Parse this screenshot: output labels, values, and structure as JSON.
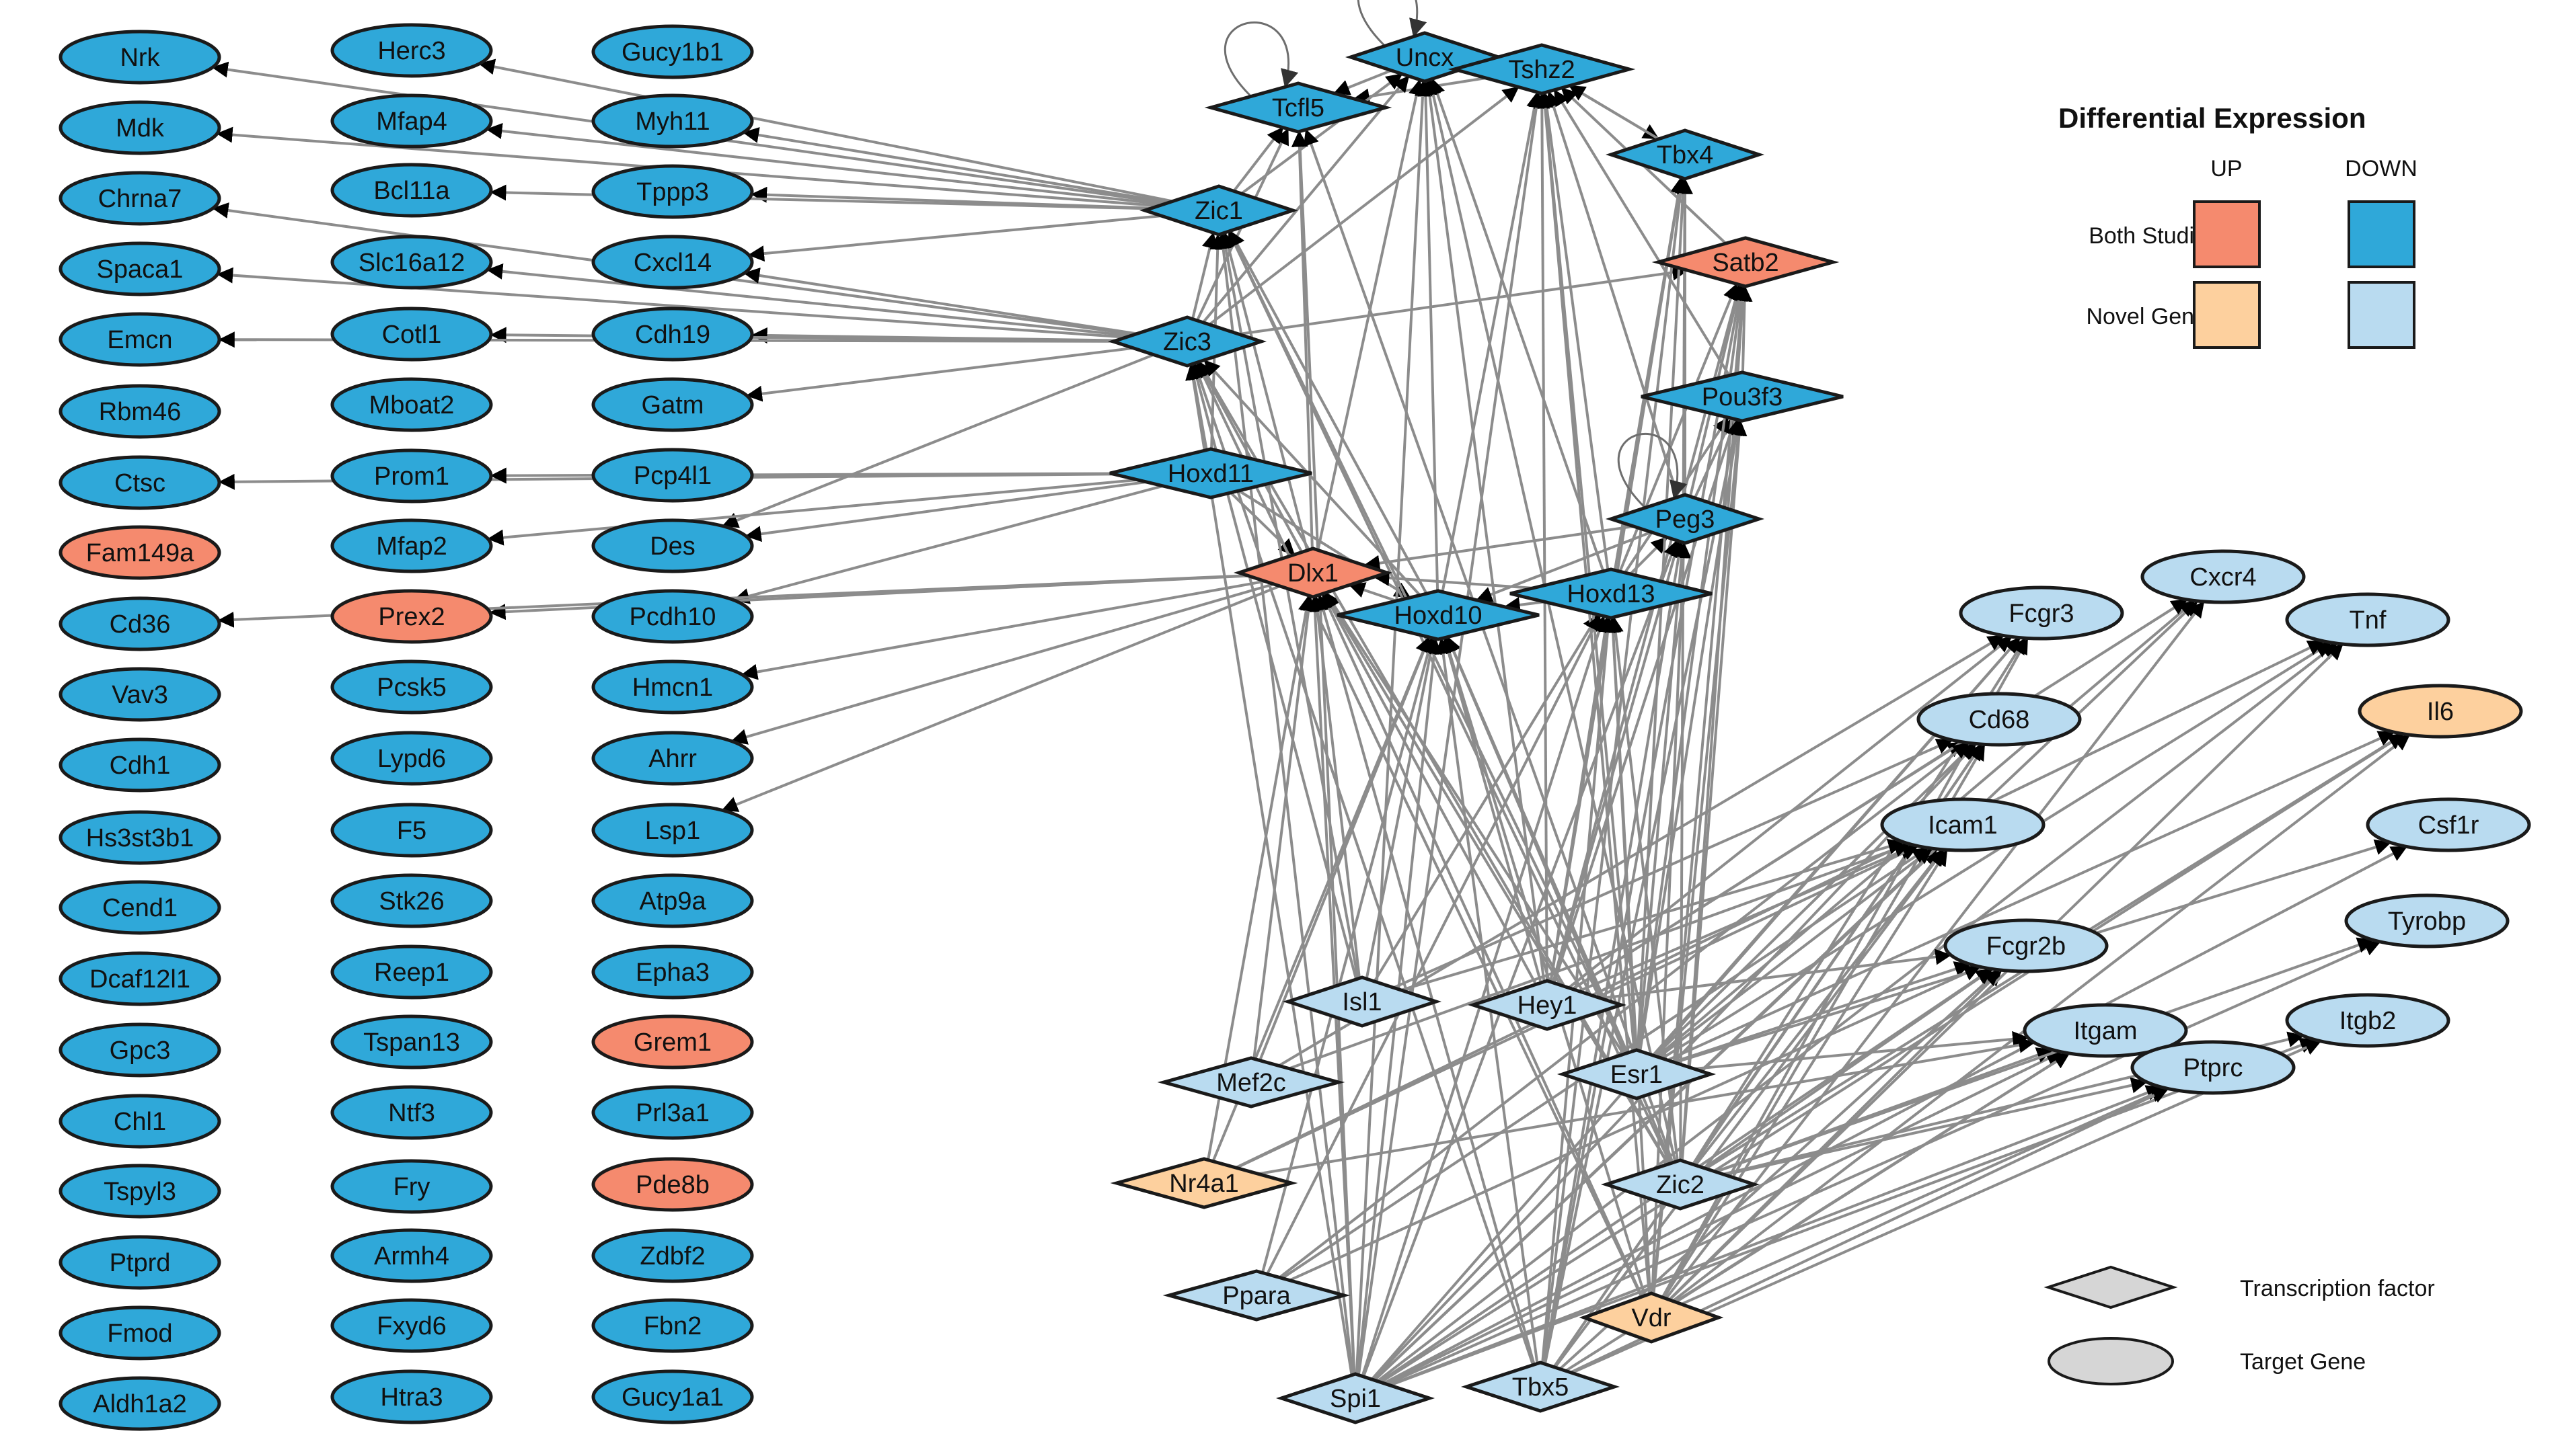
{
  "colors": {
    "up_both": "#F58A6E",
    "down_both": "#2FA8D9",
    "up_novel": "#FDD09E",
    "down_novel": "#B9DBF0",
    "edge": "#8C8C8C",
    "node_stroke": "#1A1A1A",
    "legend_shape": "#D6D6D6"
  },
  "legend": {
    "title": "Differential Expression",
    "up": "UP",
    "down": "DOWN",
    "both_studies": "Both Studies",
    "novel_genes": "Novel Genes",
    "transcription_factor": "Transcription factor",
    "target_gene": "Target Gene"
  },
  "nodes": [
    {
      "id": "Nrk",
      "kind": "target",
      "status": "down_both"
    },
    {
      "id": "Mdk",
      "kind": "target",
      "status": "down_both"
    },
    {
      "id": "Chrna7",
      "kind": "target",
      "status": "down_both"
    },
    {
      "id": "Spaca1",
      "kind": "target",
      "status": "down_both"
    },
    {
      "id": "Emcn",
      "kind": "target",
      "status": "down_both"
    },
    {
      "id": "Rbm46",
      "kind": "target",
      "status": "down_both"
    },
    {
      "id": "Ctsc",
      "kind": "target",
      "status": "down_both"
    },
    {
      "id": "Fam149a",
      "kind": "target",
      "status": "up_both"
    },
    {
      "id": "Cd36",
      "kind": "target",
      "status": "down_both"
    },
    {
      "id": "Vav3",
      "kind": "target",
      "status": "down_both"
    },
    {
      "id": "Cdh1",
      "kind": "target",
      "status": "down_both"
    },
    {
      "id": "Hs3st3b1",
      "kind": "target",
      "status": "down_both"
    },
    {
      "id": "Cend1",
      "kind": "target",
      "status": "down_both"
    },
    {
      "id": "Dcaf12l1",
      "kind": "target",
      "status": "down_both"
    },
    {
      "id": "Gpc3",
      "kind": "target",
      "status": "down_both"
    },
    {
      "id": "Chl1",
      "kind": "target",
      "status": "down_both"
    },
    {
      "id": "Tspyl3",
      "kind": "target",
      "status": "down_both"
    },
    {
      "id": "Ptprd",
      "kind": "target",
      "status": "down_both"
    },
    {
      "id": "Fmod",
      "kind": "target",
      "status": "down_both"
    },
    {
      "id": "Aldh1a2",
      "kind": "target",
      "status": "down_both"
    },
    {
      "id": "Herc3",
      "kind": "target",
      "status": "down_both"
    },
    {
      "id": "Mfap4",
      "kind": "target",
      "status": "down_both"
    },
    {
      "id": "Bcl11a",
      "kind": "target",
      "status": "down_both"
    },
    {
      "id": "Slc16a12",
      "kind": "target",
      "status": "down_both"
    },
    {
      "id": "Cotl1",
      "kind": "target",
      "status": "down_both"
    },
    {
      "id": "Mboat2",
      "kind": "target",
      "status": "down_both"
    },
    {
      "id": "Prom1",
      "kind": "target",
      "status": "down_both"
    },
    {
      "id": "Mfap2",
      "kind": "target",
      "status": "down_both"
    },
    {
      "id": "Prex2",
      "kind": "target",
      "status": "up_both"
    },
    {
      "id": "Pcsk5",
      "kind": "target",
      "status": "down_both"
    },
    {
      "id": "Lypd6",
      "kind": "target",
      "status": "down_both"
    },
    {
      "id": "F5",
      "kind": "target",
      "status": "down_both"
    },
    {
      "id": "Stk26",
      "kind": "target",
      "status": "down_both"
    },
    {
      "id": "Reep1",
      "kind": "target",
      "status": "down_both"
    },
    {
      "id": "Tspan13",
      "kind": "target",
      "status": "down_both"
    },
    {
      "id": "Ntf3",
      "kind": "target",
      "status": "down_both"
    },
    {
      "id": "Fry",
      "kind": "target",
      "status": "down_both"
    },
    {
      "id": "Armh4",
      "kind": "target",
      "status": "down_both"
    },
    {
      "id": "Fxyd6",
      "kind": "target",
      "status": "down_both"
    },
    {
      "id": "Htra3",
      "kind": "target",
      "status": "down_both"
    },
    {
      "id": "Gucy1b1",
      "kind": "target",
      "status": "down_both"
    },
    {
      "id": "Myh11",
      "kind": "target",
      "status": "down_both"
    },
    {
      "id": "Tppp3",
      "kind": "target",
      "status": "down_both"
    },
    {
      "id": "Cxcl14",
      "kind": "target",
      "status": "down_both"
    },
    {
      "id": "Cdh19",
      "kind": "target",
      "status": "down_both"
    },
    {
      "id": "Gatm",
      "kind": "target",
      "status": "down_both"
    },
    {
      "id": "Pcp4l1",
      "kind": "target",
      "status": "down_both"
    },
    {
      "id": "Des",
      "kind": "target",
      "status": "down_both"
    },
    {
      "id": "Pcdh10",
      "kind": "target",
      "status": "down_both"
    },
    {
      "id": "Hmcn1",
      "kind": "target",
      "status": "down_both"
    },
    {
      "id": "Ahrr",
      "kind": "target",
      "status": "down_both"
    },
    {
      "id": "Lsp1",
      "kind": "target",
      "status": "down_both"
    },
    {
      "id": "Atp9a",
      "kind": "target",
      "status": "down_both"
    },
    {
      "id": "Epha3",
      "kind": "target",
      "status": "down_both"
    },
    {
      "id": "Grem1",
      "kind": "target",
      "status": "up_both"
    },
    {
      "id": "Prl3a1",
      "kind": "target",
      "status": "down_both"
    },
    {
      "id": "Pde8b",
      "kind": "target",
      "status": "up_both"
    },
    {
      "id": "Zdbf2",
      "kind": "target",
      "status": "down_both"
    },
    {
      "id": "Fbn2",
      "kind": "target",
      "status": "down_both"
    },
    {
      "id": "Gucy1a1",
      "kind": "target",
      "status": "down_both"
    },
    {
      "id": "Uncx",
      "kind": "tf",
      "status": "down_both"
    },
    {
      "id": "Tshz2",
      "kind": "tf",
      "status": "down_both"
    },
    {
      "id": "Tcfl5",
      "kind": "tf",
      "status": "down_both"
    },
    {
      "id": "Tbx4",
      "kind": "tf",
      "status": "down_both"
    },
    {
      "id": "Zic1",
      "kind": "tf",
      "status": "down_both"
    },
    {
      "id": "Satb2",
      "kind": "tf",
      "status": "up_both"
    },
    {
      "id": "Zic3",
      "kind": "tf",
      "status": "down_both"
    },
    {
      "id": "Pou3f3",
      "kind": "tf",
      "status": "down_both"
    },
    {
      "id": "Hoxd11",
      "kind": "tf",
      "status": "down_both"
    },
    {
      "id": "Peg3",
      "kind": "tf",
      "status": "down_both"
    },
    {
      "id": "Dlx1",
      "kind": "tf",
      "status": "up_both"
    },
    {
      "id": "Hoxd10",
      "kind": "tf",
      "status": "down_both"
    },
    {
      "id": "Hoxd13",
      "kind": "tf",
      "status": "down_both"
    },
    {
      "id": "Isl1",
      "kind": "tf",
      "status": "down_novel"
    },
    {
      "id": "Hey1",
      "kind": "tf",
      "status": "down_novel"
    },
    {
      "id": "Mef2c",
      "kind": "tf",
      "status": "down_novel"
    },
    {
      "id": "Esr1",
      "kind": "tf",
      "status": "down_novel"
    },
    {
      "id": "Nr4a1",
      "kind": "tf",
      "status": "up_novel"
    },
    {
      "id": "Zic2",
      "kind": "tf",
      "status": "down_novel"
    },
    {
      "id": "Ppara",
      "kind": "tf",
      "status": "down_novel"
    },
    {
      "id": "Vdr",
      "kind": "tf",
      "status": "up_novel"
    },
    {
      "id": "Spi1",
      "kind": "tf",
      "status": "down_novel"
    },
    {
      "id": "Tbx5",
      "kind": "tf",
      "status": "down_novel"
    },
    {
      "id": "Fcgr3",
      "kind": "target",
      "status": "down_novel"
    },
    {
      "id": "Cxcr4",
      "kind": "target",
      "status": "down_novel"
    },
    {
      "id": "Tnf",
      "kind": "target",
      "status": "down_novel"
    },
    {
      "id": "Cd68",
      "kind": "target",
      "status": "down_novel"
    },
    {
      "id": "Il6",
      "kind": "target",
      "status": "up_novel"
    },
    {
      "id": "Icam1",
      "kind": "target",
      "status": "down_novel"
    },
    {
      "id": "Csf1r",
      "kind": "target",
      "status": "down_novel"
    },
    {
      "id": "Fcgr2b",
      "kind": "target",
      "status": "down_novel"
    },
    {
      "id": "Tyrobp",
      "kind": "target",
      "status": "down_novel"
    },
    {
      "id": "Itgam",
      "kind": "target",
      "status": "down_novel"
    },
    {
      "id": "Itgb2",
      "kind": "target",
      "status": "down_novel"
    },
    {
      "id": "Ptprc",
      "kind": "target",
      "status": "down_novel"
    }
  ],
  "self_loops": [
    "Tcfl5",
    "Uncx",
    "Peg3"
  ],
  "edges": [
    [
      "Uncx",
      "Tcfl5"
    ],
    [
      "Tshz2",
      "Tcfl5"
    ],
    [
      "Tshz2",
      "Tbx4"
    ],
    [
      "Zic1",
      "Tcfl5"
    ],
    [
      "Zic1",
      "Uncx"
    ],
    [
      "Zic3",
      "Tcfl5"
    ],
    [
      "Zic3",
      "Uncx"
    ],
    [
      "Zic3",
      "Tshz2"
    ],
    [
      "Zic3",
      "Zic1"
    ],
    [
      "Zic3",
      "Satb2"
    ],
    [
      "Hoxd11",
      "Zic1"
    ],
    [
      "Hoxd11",
      "Zic3"
    ],
    [
      "Hoxd11",
      "Dlx1"
    ],
    [
      "Hoxd11",
      "Hoxd10"
    ],
    [
      "Dlx1",
      "Zic1"
    ],
    [
      "Dlx1",
      "Tcfl5"
    ],
    [
      "Dlx1",
      "Uncx"
    ],
    [
      "Dlx1",
      "Zic3"
    ],
    [
      "Hoxd10",
      "Uncx"
    ],
    [
      "Hoxd10",
      "Tshz2"
    ],
    [
      "Hoxd10",
      "Zic1"
    ],
    [
      "Hoxd10",
      "Zic3"
    ],
    [
      "Hoxd10",
      "Dlx1"
    ],
    [
      "Hoxd13",
      "Uncx"
    ],
    [
      "Hoxd13",
      "Tshz2"
    ],
    [
      "Hoxd13",
      "Tbx4"
    ],
    [
      "Hoxd13",
      "Satb2"
    ],
    [
      "Hoxd13",
      "Pou3f3"
    ],
    [
      "Hoxd13",
      "Peg3"
    ],
    [
      "Hoxd13",
      "Hoxd10"
    ],
    [
      "Hoxd13",
      "Dlx1"
    ],
    [
      "Peg3",
      "Tshz2"
    ],
    [
      "Peg3",
      "Tbx4"
    ],
    [
      "Peg3",
      "Satb2"
    ],
    [
      "Peg3",
      "Pou3f3"
    ],
    [
      "Peg3",
      "Dlx1"
    ],
    [
      "Peg3",
      "Hoxd10"
    ],
    [
      "Pou3f3",
      "Tshz2"
    ],
    [
      "Pou3f3",
      "Satb2"
    ],
    [
      "Satb2",
      "Tshz2"
    ],
    [
      "Tbx4",
      "Tshz2"
    ],
    [
      "Isl1",
      "Dlx1"
    ],
    [
      "Isl1",
      "Hoxd10"
    ],
    [
      "Isl1",
      "Zic3"
    ],
    [
      "Isl1",
      "Hoxd13"
    ],
    [
      "Isl1",
      "Zic1"
    ],
    [
      "Hey1",
      "Uncx"
    ],
    [
      "Hey1",
      "Tshz2"
    ],
    [
      "Hey1",
      "Hoxd13"
    ],
    [
      "Hey1",
      "Peg3"
    ],
    [
      "Hey1",
      "Pou3f3"
    ],
    [
      "Hey1",
      "Satb2"
    ],
    [
      "Hey1",
      "Tbx4"
    ],
    [
      "Hey1",
      "Hoxd10"
    ],
    [
      "Hey1",
      "Dlx1"
    ],
    [
      "Esr1",
      "Tbx4"
    ],
    [
      "Esr1",
      "Satb2"
    ],
    [
      "Esr1",
      "Pou3f3"
    ],
    [
      "Esr1",
      "Peg3"
    ],
    [
      "Esr1",
      "Hoxd13"
    ],
    [
      "Esr1",
      "Tshz2"
    ],
    [
      "Esr1",
      "Hoxd10"
    ],
    [
      "Esr1",
      "Dlx1"
    ],
    [
      "Esr1",
      "Zic1"
    ],
    [
      "Zic2",
      "Tbx4"
    ],
    [
      "Zic2",
      "Satb2"
    ],
    [
      "Zic2",
      "Pou3f3"
    ],
    [
      "Zic2",
      "Hoxd13"
    ],
    [
      "Zic2",
      "Hoxd10"
    ],
    [
      "Zic2",
      "Dlx1"
    ],
    [
      "Zic2",
      "Zic1"
    ],
    [
      "Zic2",
      "Zic3"
    ],
    [
      "Zic2",
      "Tcfl5"
    ],
    [
      "Zic2",
      "Uncx"
    ],
    [
      "Vdr",
      "Hoxd13"
    ],
    [
      "Vdr",
      "Peg3"
    ],
    [
      "Vdr",
      "Pou3f3"
    ],
    [
      "Vdr",
      "Satb2"
    ],
    [
      "Vdr",
      "Hoxd10"
    ],
    [
      "Vdr",
      "Dlx1"
    ],
    [
      "Vdr",
      "Zic3"
    ],
    [
      "Vdr",
      "Tshz2"
    ],
    [
      "Spi1",
      "Hoxd10"
    ],
    [
      "Spi1",
      "Dlx1"
    ],
    [
      "Spi1",
      "Hoxd13"
    ],
    [
      "Spi1",
      "Zic3"
    ],
    [
      "Spi1",
      "Zic1"
    ],
    [
      "Spi1",
      "Uncx"
    ],
    [
      "Spi1",
      "Tcfl5"
    ],
    [
      "Spi1",
      "Tshz2"
    ],
    [
      "Spi1",
      "Peg3"
    ],
    [
      "Tbx5",
      "Hoxd13"
    ],
    [
      "Tbx5",
      "Peg3"
    ],
    [
      "Tbx5",
      "Hoxd10"
    ],
    [
      "Tbx5",
      "Dlx1"
    ],
    [
      "Tbx5",
      "Pou3f3"
    ],
    [
      "Tbx5",
      "Satb2"
    ],
    [
      "Tbx5",
      "Tbx4"
    ],
    [
      "Tbx5",
      "Zic3"
    ],
    [
      "Mef2c",
      "Hoxd10"
    ],
    [
      "Mef2c",
      "Dlx1"
    ],
    [
      "Nr4a1",
      "Hoxd10"
    ],
    [
      "Nr4a1",
      "Dlx1"
    ],
    [
      "Ppara",
      "Hoxd10"
    ],
    [
      "Ppara",
      "Hoxd13"
    ],
    [
      "Spi1",
      "Fcgr3"
    ],
    [
      "Spi1",
      "Cd68"
    ],
    [
      "Spi1",
      "Icam1"
    ],
    [
      "Spi1",
      "Fcgr2b"
    ],
    [
      "Spi1",
      "Itgam"
    ],
    [
      "Spi1",
      "Ptprc"
    ],
    [
      "Spi1",
      "Itgb2"
    ],
    [
      "Spi1",
      "Tyrobp"
    ],
    [
      "Spi1",
      "Csf1r"
    ],
    [
      "Spi1",
      "Tnf"
    ],
    [
      "Spi1",
      "Il6"
    ],
    [
      "Spi1",
      "Cxcr4"
    ],
    [
      "Vdr",
      "Fcgr3"
    ],
    [
      "Vdr",
      "Cd68"
    ],
    [
      "Vdr",
      "Icam1"
    ],
    [
      "Vdr",
      "Fcgr2b"
    ],
    [
      "Vdr",
      "Itgam"
    ],
    [
      "Vdr",
      "Ptprc"
    ],
    [
      "Vdr",
      "Il6"
    ],
    [
      "Vdr",
      "Cxcr4"
    ],
    [
      "Vdr",
      "Tnf"
    ],
    [
      "Tbx5",
      "Icam1"
    ],
    [
      "Tbx5",
      "Fcgr2b"
    ],
    [
      "Tbx5",
      "Itgam"
    ],
    [
      "Tbx5",
      "Ptprc"
    ],
    [
      "Tbx5",
      "Itgb2"
    ],
    [
      "Tbx5",
      "Cd68"
    ],
    [
      "Esr1",
      "Icam1"
    ],
    [
      "Esr1",
      "Fcgr3"
    ],
    [
      "Esr1",
      "Cd68"
    ],
    [
      "Esr1",
      "Fcgr2b"
    ],
    [
      "Esr1",
      "Il6"
    ],
    [
      "Esr1",
      "Cxcr4"
    ],
    [
      "Esr1",
      "Tnf"
    ],
    [
      "Esr1",
      "Itgam"
    ],
    [
      "Esr1",
      "Csf1r"
    ],
    [
      "Zic2",
      "Fcgr3"
    ],
    [
      "Zic2",
      "Cd68"
    ],
    [
      "Zic2",
      "Icam1"
    ],
    [
      "Zic2",
      "Itgam"
    ],
    [
      "Zic2",
      "Fcgr2b"
    ],
    [
      "Zic2",
      "Il6"
    ],
    [
      "Zic2",
      "Tyrobp"
    ],
    [
      "Zic2",
      "Itgb2"
    ],
    [
      "Zic2",
      "Ptprc"
    ],
    [
      "Hey1",
      "Fcgr3"
    ],
    [
      "Hey1",
      "Cd68"
    ],
    [
      "Hey1",
      "Icam1"
    ],
    [
      "Hey1",
      "Fcgr2b"
    ],
    [
      "Hey1",
      "Cxcr4"
    ],
    [
      "Nr4a1",
      "Icam1"
    ],
    [
      "Nr4a1",
      "Tnf"
    ],
    [
      "Nr4a1",
      "Itgam"
    ],
    [
      "Ppara",
      "Icam1"
    ],
    [
      "Ppara",
      "Cd68"
    ],
    [
      "Ppara",
      "Fcgr2b"
    ],
    [
      "Mef2c",
      "Icam1"
    ],
    [
      "Mef2c",
      "Fcgr3"
    ],
    [
      "Isl1",
      "Cd68"
    ],
    [
      "Isl1",
      "Icam1"
    ],
    [
      "Zic1",
      "Nrk"
    ],
    [
      "Zic1",
      "Mdk"
    ],
    [
      "Zic1",
      "Tppp3"
    ],
    [
      "Zic1",
      "Myh11"
    ],
    [
      "Zic1",
      "Cxcl14"
    ],
    [
      "Zic1",
      "Herc3"
    ],
    [
      "Zic1",
      "Bcl11a"
    ],
    [
      "Zic1",
      "Mfap4"
    ],
    [
      "Zic3",
      "Spaca1"
    ],
    [
      "Zic3",
      "Chrna7"
    ],
    [
      "Zic3",
      "Cxcl14"
    ],
    [
      "Zic3",
      "Cdh19"
    ],
    [
      "Zic3",
      "Gatm"
    ],
    [
      "Zic3",
      "Cotl1"
    ],
    [
      "Zic3",
      "Slc16a12"
    ],
    [
      "Zic3",
      "Emcn"
    ],
    [
      "Zic3",
      "Des"
    ],
    [
      "Hoxd11",
      "Ctsc"
    ],
    [
      "Hoxd11",
      "Des"
    ],
    [
      "Hoxd11",
      "Pcdh10"
    ],
    [
      "Hoxd11",
      "Mfap2"
    ],
    [
      "Hoxd11",
      "Prom1"
    ],
    [
      "Dlx1",
      "Hmcn1"
    ],
    [
      "Dlx1",
      "Ahrr"
    ],
    [
      "Dlx1",
      "Lsp1"
    ],
    [
      "Dlx1",
      "Prex2"
    ],
    [
      "Dlx1",
      "Cd36"
    ]
  ]
}
